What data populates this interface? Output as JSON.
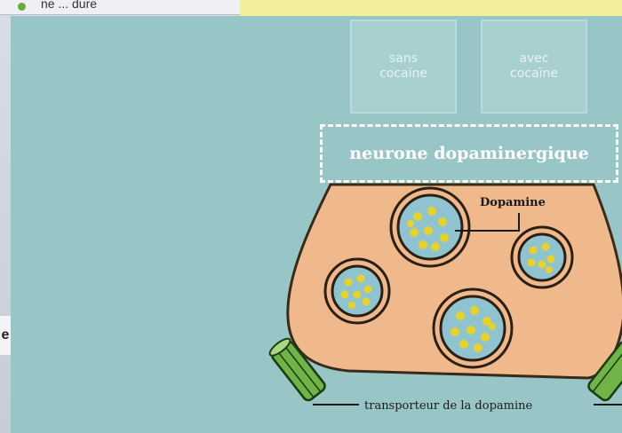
{
  "background_window": {
    "title_fragment": "ne ... dure",
    "side_letter": "e"
  },
  "buttons": {
    "sans_cocaine": "sans\ncocaïne",
    "avec_cocaine": "avec\ncocaïne"
  },
  "neuron_title": "neurone dopaminergique",
  "labels": {
    "dopamine": "Dopamine",
    "transporter": "transporteur de la dopamine"
  },
  "colors": {
    "panel": "#98c6c6",
    "neuron_fill": "#f0b98c",
    "vesicle_fill": "#8ec3cf",
    "dopamine_dot": "#e8d22a",
    "transporter": "#5fa43a"
  }
}
